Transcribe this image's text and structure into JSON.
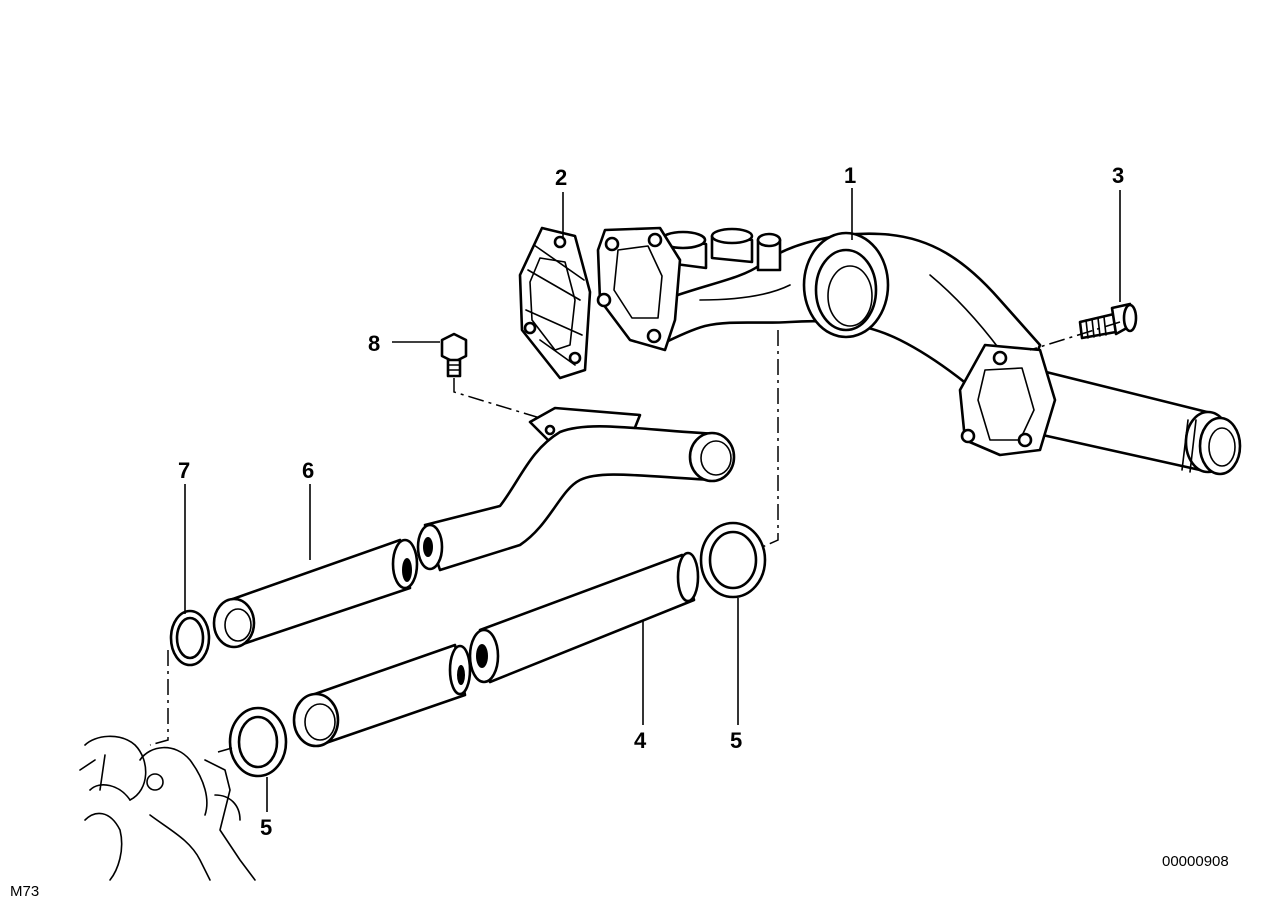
{
  "callouts": {
    "c1": "1",
    "c2": "2",
    "c3": "3",
    "c4": "4",
    "c5a": "5",
    "c5b": "5",
    "c6": "6",
    "c7": "7",
    "c8": "8"
  },
  "diagram_code": "00000908",
  "page_label": "M73"
}
